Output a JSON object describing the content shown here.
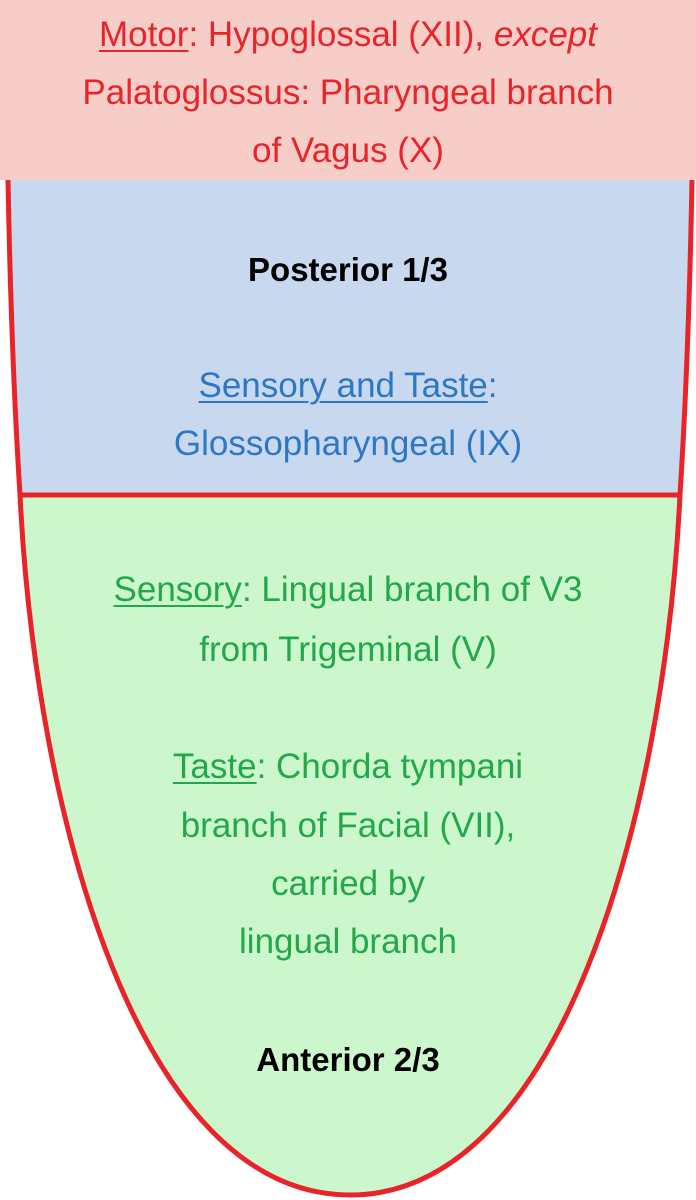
{
  "colors": {
    "motor_band": "#f7cdc8",
    "posterior": "#c7d8ef",
    "anterior": "#ccf7cc",
    "outline": "#e8242a",
    "motor_text": "#e8242a",
    "posterior_text": "#2e77c4",
    "anterior_text": "#22a84a",
    "region_title": "#000000"
  },
  "motor": {
    "label": "Motor",
    "line1_rest": ": Hypoglossal (XII), ",
    "except": "except",
    "line2": "Palatoglossus: Pharyngeal branch",
    "line3": "of Vagus (X)"
  },
  "posterior": {
    "title": "Posterior 1/3",
    "label": "Sensory and Taste",
    "label_suffix": ":",
    "nerve": "Glossopharyngeal (IX)"
  },
  "anterior": {
    "sensory_label": "Sensory",
    "sensory_line1_rest": ": Lingual branch of V3",
    "sensory_line2": "from Trigeminal (V)",
    "taste_label": "Taste",
    "taste_line1_rest": ": Chorda tympani",
    "taste_line2": "branch of Facial (VII),",
    "taste_line3": "carried by",
    "taste_line4": "lingual branch",
    "title": "Anterior 2/3"
  }
}
